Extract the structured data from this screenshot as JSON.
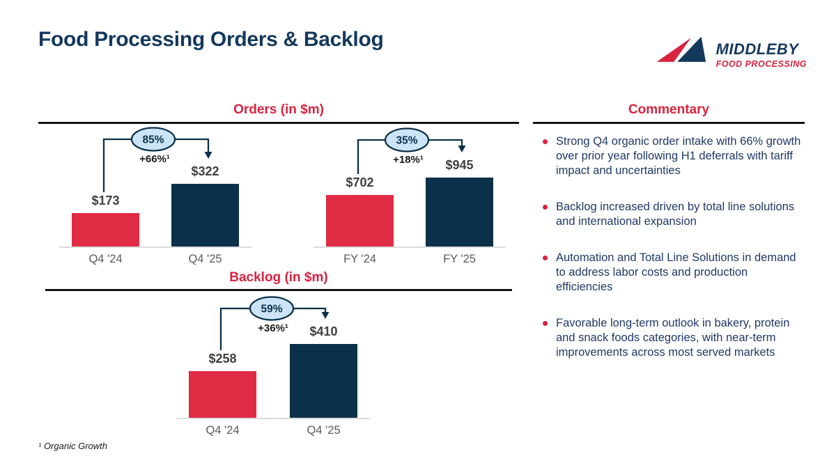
{
  "slide": {
    "title": "Food Processing Orders & Backlog",
    "footnote": "¹ Organic Growth"
  },
  "logo": {
    "brand": "MIDDLEBY",
    "division": "FOOD PROCESSING"
  },
  "colors": {
    "navy": "#0B3049",
    "crimson": "#D9233E",
    "bar_red": "#E02B45",
    "title_navy": "#14385C",
    "bubble_fill": "#CBE5F6",
    "text_navy": "#1F3864",
    "label_gray": "#595959",
    "value_gray": "#3E3E3E",
    "axis_gray": "#DCDCDC",
    "rule_black": "#141414"
  },
  "sections": {
    "orders_title": "Orders (in $m)",
    "backlog_title": "Backlog (in $m)",
    "commentary_title": "Commentary"
  },
  "chart_data": [
    {
      "type": "bar",
      "group": "Orders (in $m)",
      "categories": [
        "Q4 '24",
        "Q4 '25"
      ],
      "values": [
        173,
        322
      ],
      "value_prefix": "$",
      "value_labels": [
        "$173",
        "$322"
      ],
      "series_colors": [
        "#E02B45",
        "#0B3049"
      ],
      "total_growth_label": "85%",
      "organic_growth_label": "+66%¹",
      "axis": "hidden-y",
      "gridlines": false
    },
    {
      "type": "bar",
      "group": "Orders (in $m)",
      "categories": [
        "FY '24",
        "FY '25"
      ],
      "values": [
        702,
        945
      ],
      "value_prefix": "$",
      "value_labels": [
        "$702",
        "$945"
      ],
      "series_colors": [
        "#E02B45",
        "#0B3049"
      ],
      "total_growth_label": "35%",
      "organic_growth_label": "+18%¹",
      "axis": "hidden-y",
      "gridlines": false
    },
    {
      "type": "bar",
      "group": "Backlog (in $m)",
      "categories": [
        "Q4 '24",
        "Q4 '25"
      ],
      "values": [
        258,
        410
      ],
      "value_prefix": "$",
      "value_labels": [
        "$258",
        "$410"
      ],
      "series_colors": [
        "#E02B45",
        "#0B3049"
      ],
      "total_growth_label": "59%",
      "organic_growth_label": "+36%¹",
      "axis": "hidden-y",
      "gridlines": false
    }
  ],
  "commentary": {
    "bullets": [
      "Strong Q4 organic order intake with 66% growth over prior year following H1 deferrals with tariff impact and uncertainties",
      "Backlog increased driven by total line solutions and international expansion",
      "Automation and Total Line Solutions in demand to address labor costs and production efficiencies",
      "Favorable long-term outlook in bakery, protein and snack foods categories, with near-term improvements across most served markets"
    ]
  }
}
